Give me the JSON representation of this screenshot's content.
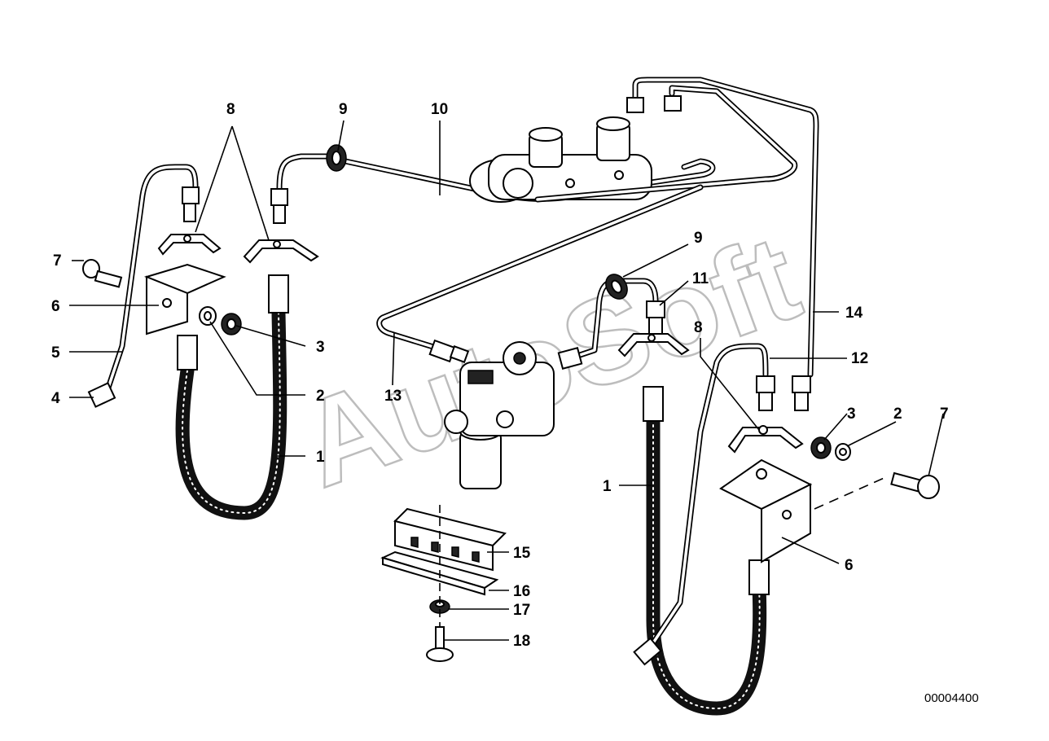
{
  "diagram": {
    "id": "00004400",
    "watermark": "AutoSoft",
    "labels": {
      "l1a": "1",
      "l1b": "1",
      "l2a": "2",
      "l2b": "2",
      "l3a": "3",
      "l3b": "3",
      "l4": "4",
      "l5": "5",
      "l6a": "6",
      "l6b": "6",
      "l7a": "7",
      "l7b": "7",
      "l8a": "8",
      "l8b": "8",
      "l9a": "9",
      "l9b": "9",
      "l10": "10",
      "l11": "11",
      "l12": "12",
      "l13": "13",
      "l14": "14",
      "l15": "15",
      "l16": "16",
      "l17": "17",
      "l18": "18"
    }
  }
}
